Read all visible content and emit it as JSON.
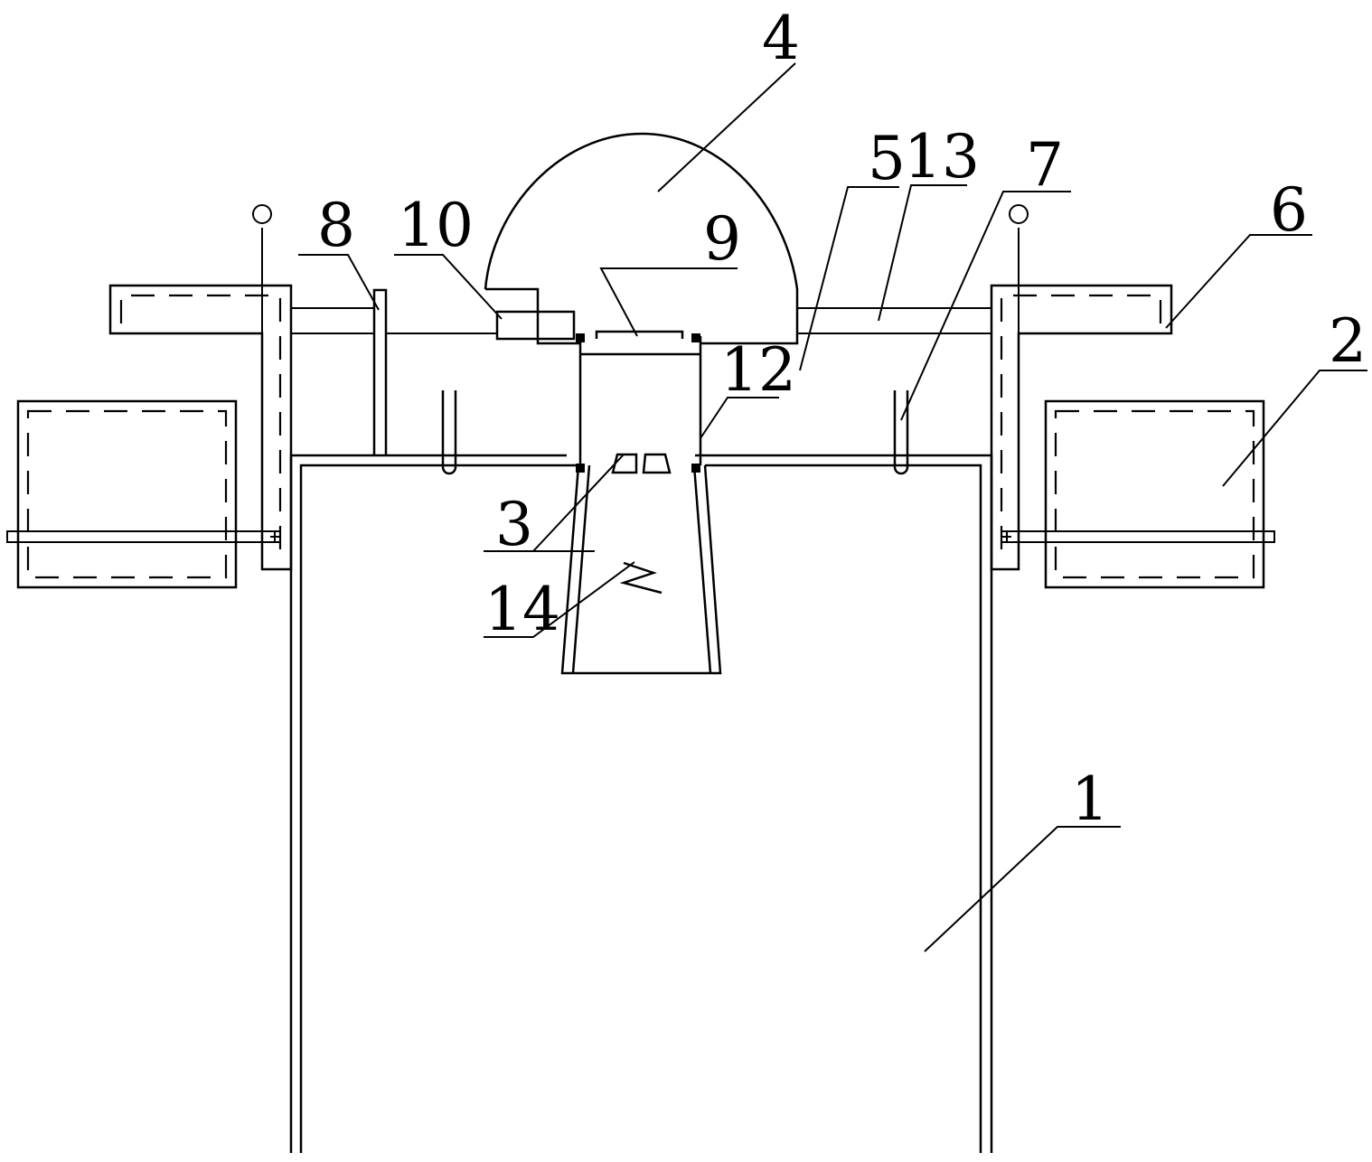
{
  "labels": {
    "n1": "1",
    "n2": "2",
    "n3": "3",
    "n4": "4",
    "n5": "5",
    "n6": "6",
    "n7": "7",
    "n8": "8",
    "n9": "9",
    "n10": "10",
    "n12": "12",
    "n13": "13",
    "n14": "14"
  },
  "colors": {
    "ink": "#000000",
    "background": "#ffffff"
  }
}
